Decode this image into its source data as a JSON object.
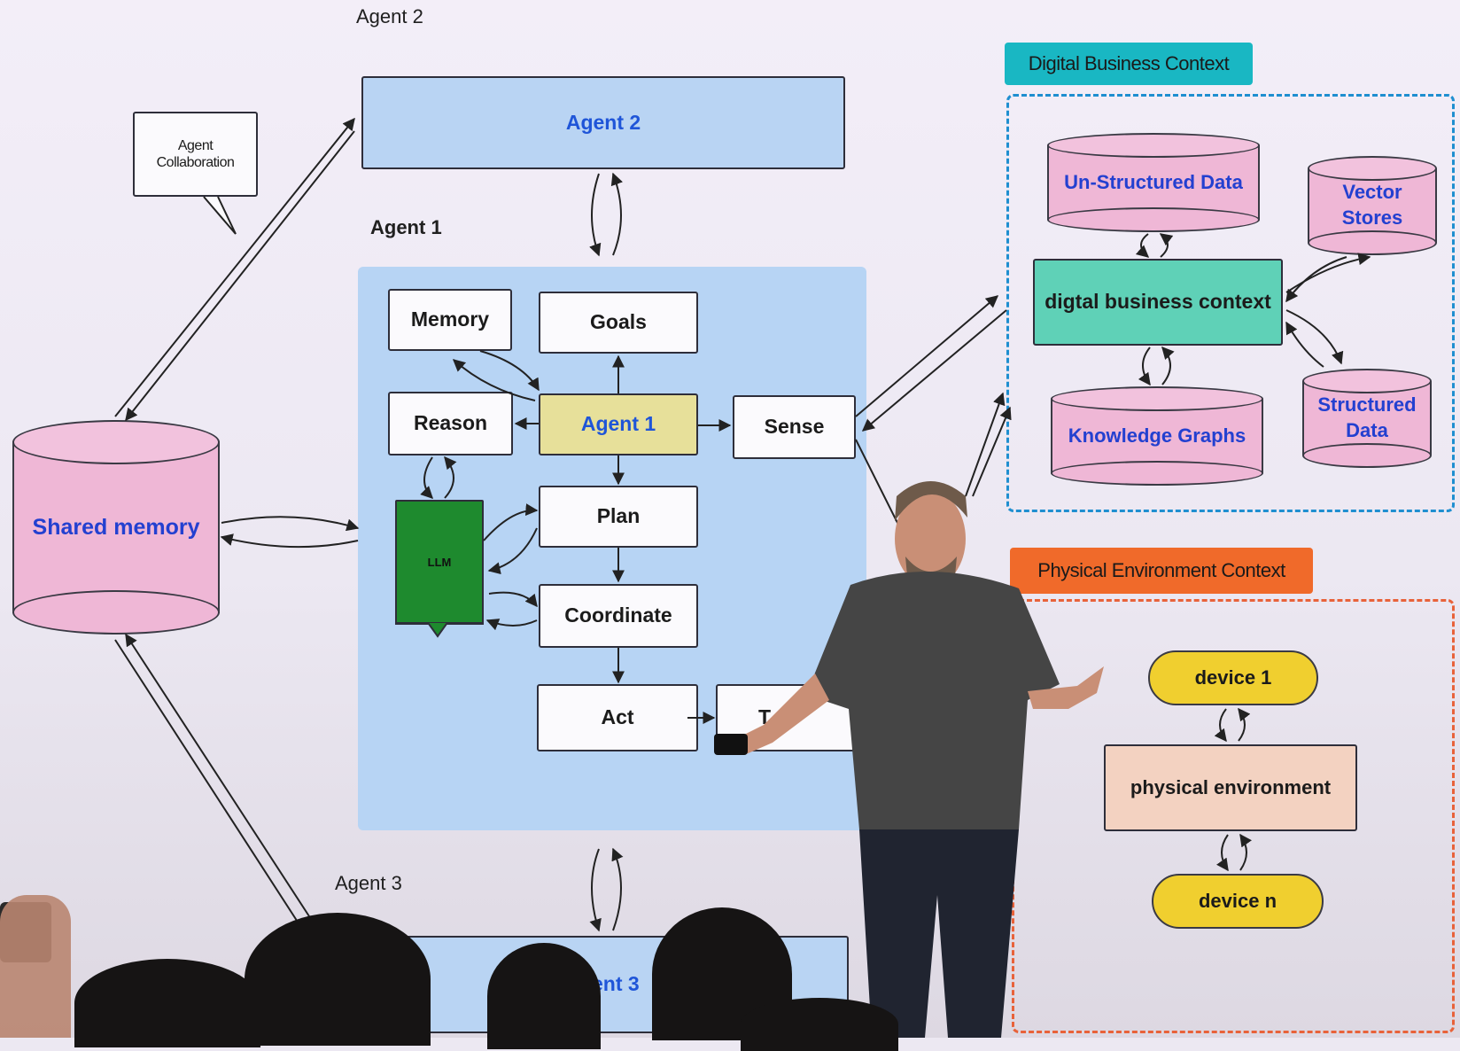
{
  "agent2_caption": "Agent 2",
  "agent2_box": "Agent 2",
  "agent1_caption": "Agent 1",
  "agent3_caption": "Agent 3",
  "agent3_box_visible": "ent 3",
  "callout": "Agent\nCollaboration",
  "shared_memory": "Shared memory",
  "agent1_panel": {
    "memory": "Memory",
    "goals": "Goals",
    "reason": "Reason",
    "agent1": "Agent 1",
    "sense": "Sense",
    "llm": "LLM",
    "plan": "Plan",
    "coordinate": "Coordinate",
    "act": "Act",
    "tools_partial": "T"
  },
  "digital_context": {
    "tag": "Digital Business  Context",
    "unstructured": "Un-Structured Data",
    "vector": "Vector\nStores",
    "hub": "digtal business context",
    "knowledge": "Knowledge Graphs",
    "structured": "Structured\nData"
  },
  "physical_context": {
    "tag": "Physical Environment  Context",
    "device1": "device 1",
    "environment": "physical environment",
    "devicen": "device n"
  },
  "colors": {
    "accent_blue": "#1f55d8",
    "agent_panel": "#b7d4f4",
    "cylinder_pink": "#efb7d6",
    "hub_teal": "#5fd1b7",
    "llm_green": "#1e8a2e",
    "agent1_yellow": "#e7e09a",
    "digital_tag": "#19b7c3",
    "physical_tag": "#f06a2a",
    "env_peach": "#f3d2c1",
    "device_yellow": "#f0cf2f"
  }
}
